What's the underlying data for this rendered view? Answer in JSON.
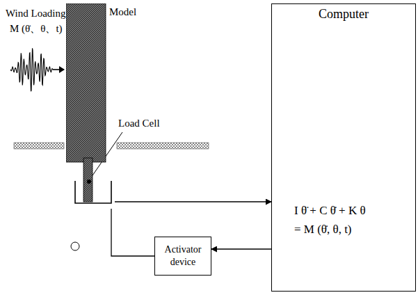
{
  "diagram": {
    "nodes": [
      {
        "text": [
          "Model"
        ]
      },
      {
        "text": [
          "Computer",
          "I θ̈ + C θ̇ + K θ = M (θ̇, θ, t)"
        ]
      },
      {
        "text": [
          "Activator device"
        ]
      }
    ],
    "edges": [
      {
        "from": 0,
        "to": 1,
        "arrow": "to"
      },
      {
        "from": 1,
        "to": 2,
        "arrow": "to"
      },
      {
        "from": 2,
        "to": 0,
        "arrow": "none"
      }
    ],
    "labels": [
      "Wind Loading",
      "M (θ̇、θ、t)",
      "Load Cell"
    ]
  }
}
